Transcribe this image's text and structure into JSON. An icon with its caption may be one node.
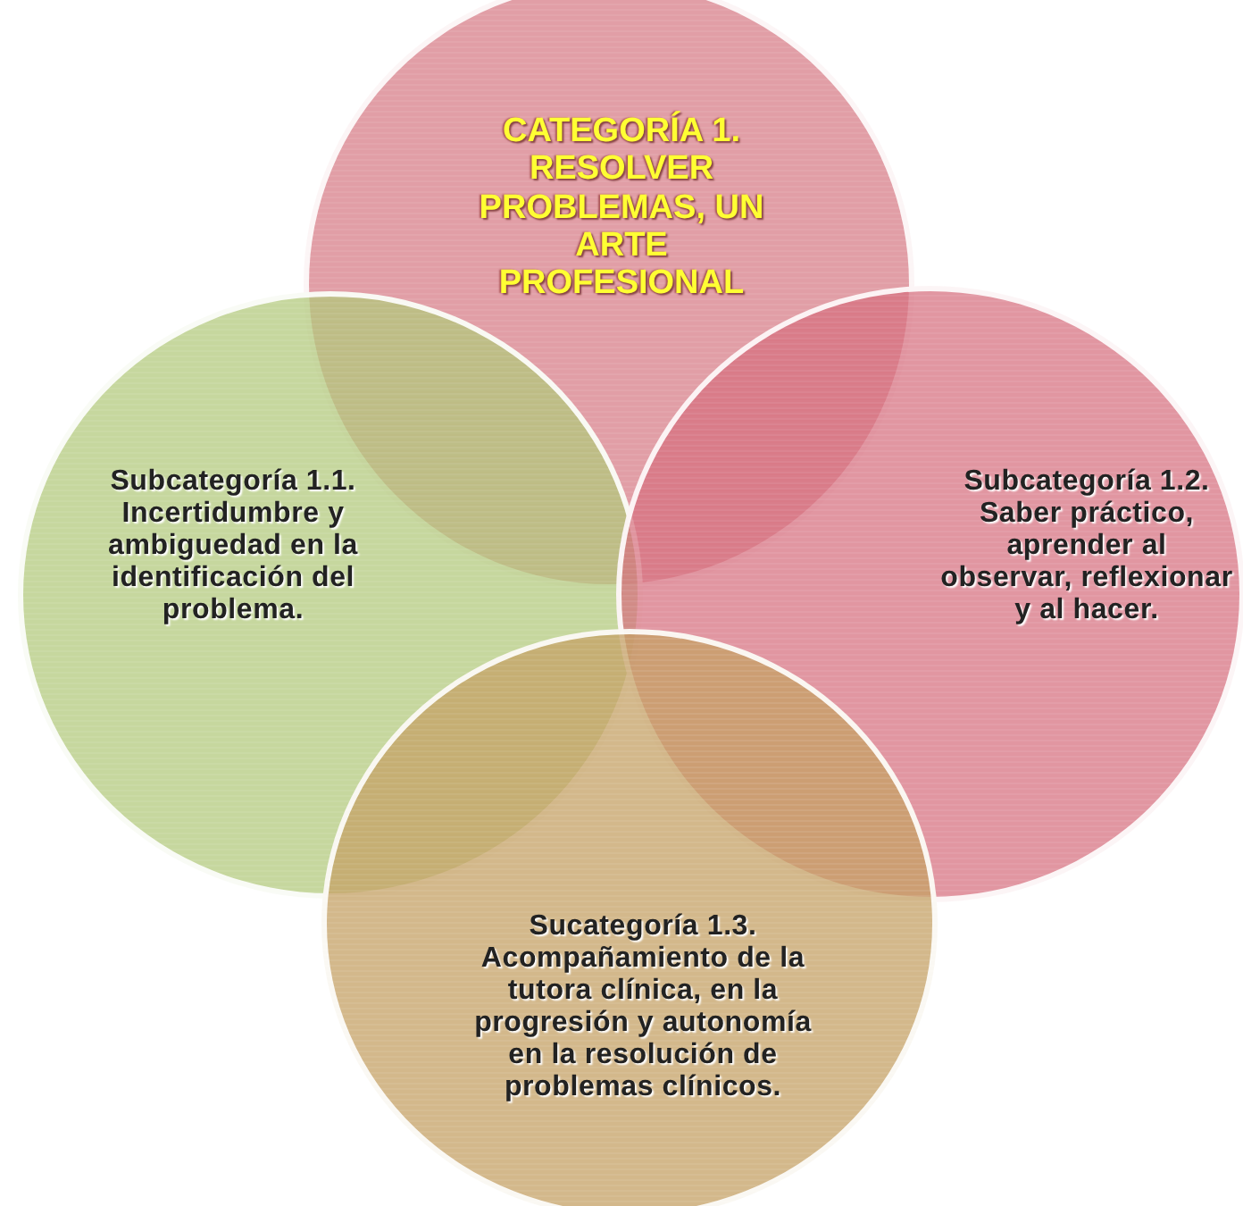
{
  "diagram": {
    "nodes": [
      {
        "text": [
          "CATEGORÍA 1. RESOLVER PROBLEMAS, UN ARTE PROFESIONAL"
        ]
      },
      {
        "text": [
          "Subcategoría 1.1. Incertidumbre y ambiguedad en la identificación del problema."
        ]
      },
      {
        "text": [
          "Subcategoría 1.2. Saber práctico, aprender al observar, reflexionar y al hacer."
        ]
      },
      {
        "text": [
          "Sucategoría 1.3. Acompañamiento de la tutora clínica, en la progresión y autonomía en la resolución de problemas clínicos."
        ]
      }
    ]
  }
}
